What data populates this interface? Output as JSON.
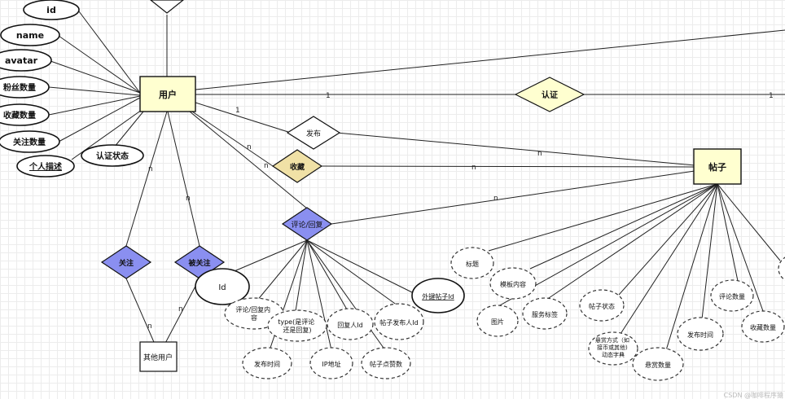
{
  "entities": {
    "user": "用户",
    "post": "帖子",
    "other_user": "其他用户"
  },
  "relations": {
    "certify": "认证",
    "publish": "发布",
    "collect": "收藏",
    "comment": "评论/回复",
    "follow": "关注",
    "followed": "被关注"
  },
  "user_attrs": [
    "id",
    "name",
    "avatar",
    "粉丝数量",
    "收藏数量",
    "关注数量",
    "个人描述",
    "认证状态"
  ],
  "comment_attrs": [
    "Id",
    "评论/回复内容",
    "type(是评论还是回复)",
    "发布时间",
    "IP地址",
    "回复人Id",
    "帖子发布人Id",
    "帖子点赞数",
    "外键帖子Id"
  ],
  "post_attrs": [
    "标题",
    "模板内容",
    "图片",
    "服务标签",
    "帖子状态",
    "悬赏方式（如接币或其他）动态字典",
    "悬赏数量",
    "发布时间",
    "评论数量",
    "收藏数量"
  ],
  "cardinalities": {
    "user_certify": "1",
    "certify_right": "1",
    "user_publish": "1",
    "publish_post": "n",
    "user_collect": "n",
    "collect_post": "n",
    "user_comment": "n",
    "comment_post": "n",
    "user_follow": "n",
    "follow_other": "n",
    "user_followed": "n",
    "followed_other": "n"
  },
  "watermark": "CSDN @咖啡程序猿"
}
